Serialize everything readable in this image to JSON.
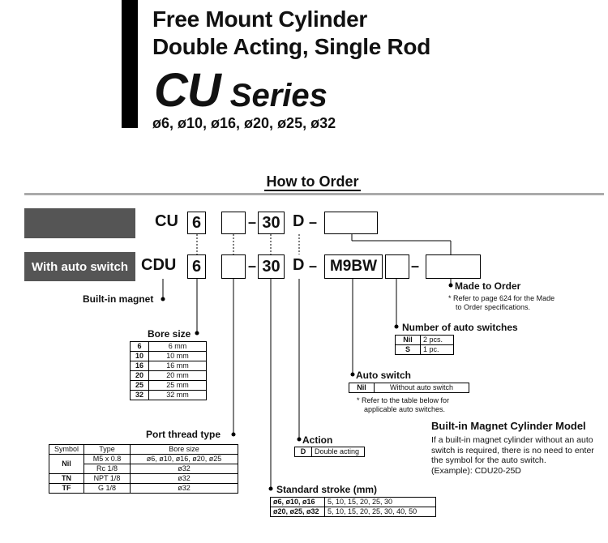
{
  "header": {
    "line1": "Free Mount Cylinder",
    "line2": "Double Acting, Single Rod",
    "series_code": "CU",
    "series_word": "Series",
    "bores": "ø6, ø10, ø16, ø20, ø25, ø32"
  },
  "section_title": "How to Order",
  "row1": {
    "prefix": "CU",
    "bore": "6",
    "stroke": "30",
    "action": "D",
    "dash": "–"
  },
  "row2": {
    "label": "With auto switch",
    "prefix": "CDU",
    "bore": "6",
    "stroke": "30",
    "action": "D",
    "switch": "M9BW",
    "dash": "–"
  },
  "built_in_magnet": "Built-in magnet",
  "bore_size": {
    "title": "Bore size",
    "rows": [
      [
        "6",
        "6 mm"
      ],
      [
        "10",
        "10 mm"
      ],
      [
        "16",
        "16 mm"
      ],
      [
        "20",
        "20 mm"
      ],
      [
        "25",
        "25 mm"
      ],
      [
        "32",
        "32 mm"
      ]
    ]
  },
  "port_thread": {
    "title": "Port thread type",
    "headers": [
      "Symbol",
      "Type",
      "Bore size"
    ],
    "nil_symbol": "Nil",
    "nil_rows": [
      [
        "M5 x 0.8",
        "ø6, ø10, ø16, ø20, ø25"
      ],
      [
        "Rc 1/8",
        "ø32"
      ]
    ],
    "rows": [
      [
        "TN",
        "NPT 1/8",
        "ø32"
      ],
      [
        "TF",
        "G 1/8",
        "ø32"
      ]
    ]
  },
  "action": {
    "title": "Action",
    "code": "D",
    "desc": "Double acting"
  },
  "stroke": {
    "title": "Standard stroke (mm)",
    "rows": [
      [
        "ø6, ø10, ø16",
        "5, 10, 15, 20, 25, 30"
      ],
      [
        "ø20, ø25, ø32",
        "5, 10, 15, 20, 25, 30, 40, 50"
      ]
    ]
  },
  "auto_switch": {
    "title": "Auto switch",
    "code": "Nil",
    "desc": "Without auto switch",
    "note1": "* Refer to the table below for",
    "note2": "applicable auto switches."
  },
  "num_switches": {
    "title": "Number of auto switches",
    "rows": [
      [
        "Nil",
        "2 pcs."
      ],
      [
        "S",
        "1 pc."
      ]
    ]
  },
  "made_to_order": {
    "title": "Made to Order",
    "note1": "* Refer to page 624 for the Made",
    "note2": "to Order specifications."
  },
  "magnet_model": {
    "title": "Built-in Magnet Cylinder Model",
    "body": "If a built-in magnet cylinder without an auto switch is required, there is no need to enter the symbol for the auto switch.",
    "example": "(Example): CDU20-25D"
  }
}
